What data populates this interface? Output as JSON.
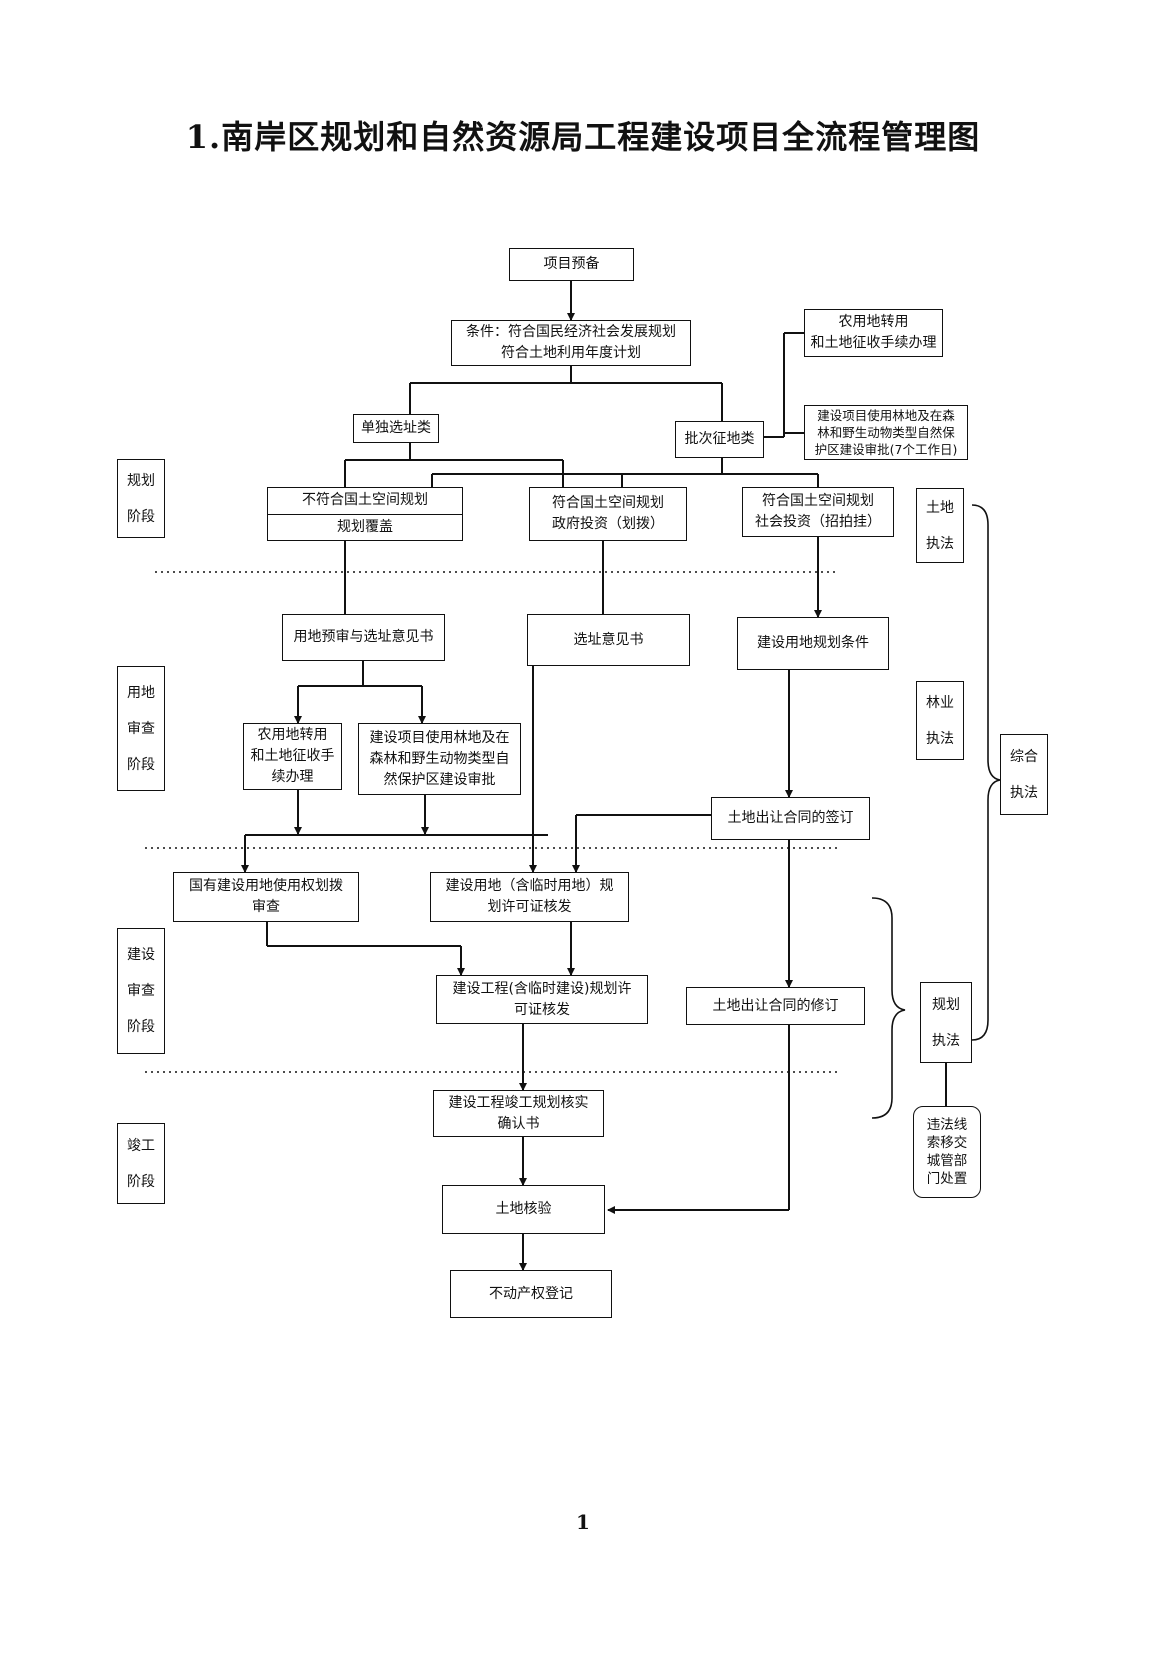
{
  "title": "1.南岸区规划和自然资源局工程建设项目全流程管理图",
  "page_number": "1",
  "stages": {
    "planning": "规划\n阶段",
    "land_review": "用地\n审查\n阶段",
    "construction_review": "建设\n审查\n阶段",
    "completion": "竣工\n阶段"
  },
  "enforcement": {
    "land": "土地\n执法",
    "forestry": "林业\n执法",
    "comprehensive": "综合\n执法",
    "planning": "规划\n执法",
    "referral": "违法线\n索移交\n城管部\n门处置"
  },
  "nodes": {
    "project_reserve": "项目预备",
    "conditions": "条件：符合国民经济社会发展规划\n符合土地利用年度计划",
    "farm_conversion_top": "农用地转用\n和土地征收手续办理",
    "forest_approval_top": "建设项目使用林地及在森\n林和野生动物类型自然保\n护区建设审批(7个工作日)",
    "single_site": "单独选址类",
    "batch_acquisition": "批次征地类",
    "noncompliant": "不符合国土空间规划",
    "noncompliant_sub": "规划覆盖",
    "gov_invest": "符合国土空间规划\n政府投资（划拨）",
    "social_invest": "符合国土空间规划\n社会投资（招拍挂）",
    "land_pre_review": "用地预审与选址意见书",
    "site_opinion": "选址意见书",
    "land_planning_conditions": "建设用地规划条件",
    "farm_conversion": "农用地转用\n和土地征收手\n续办理",
    "forest_approval": "建设项目使用林地及在\n森林和野生动物类型自\n然保护区建设审批",
    "transfer_contract_sign": "土地出让合同的签订",
    "state_land_review": "国有建设用地使用权划拨\n审查",
    "land_permit": "建设用地（含临时用地）规\n划许可证核发",
    "project_permit": "建设工程(含临时建设)规划许\n可证核发",
    "transfer_contract_revise": "土地出让合同的修订",
    "completion_confirmation": "建设工程竣工规划核实\n确认书",
    "land_verification": "土地核验",
    "real_estate_registration": "不动产权登记"
  }
}
